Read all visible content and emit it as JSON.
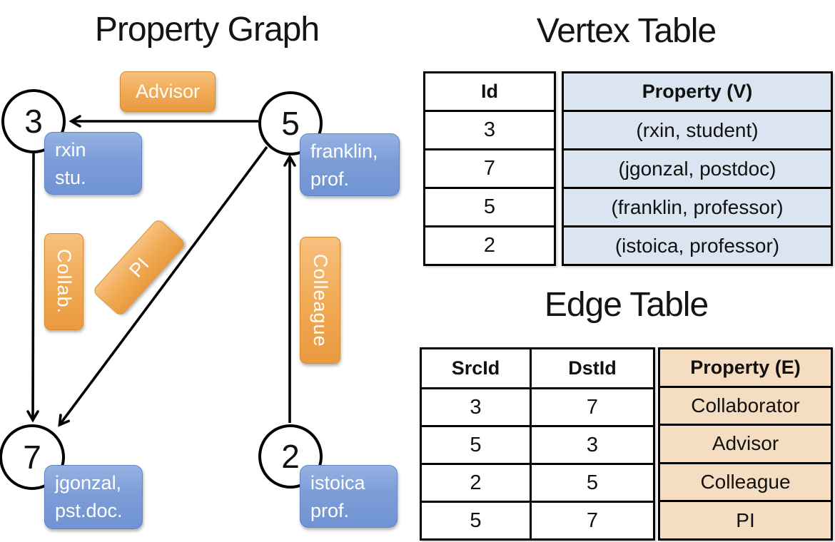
{
  "graph": {
    "title": "Property Graph",
    "nodes": {
      "n3": {
        "id": "3",
        "prop1": "rxin",
        "prop2": "stu."
      },
      "n5": {
        "id": "5",
        "prop1": "franklin,",
        "prop2": "prof."
      },
      "n7": {
        "id": "7",
        "prop1": "jgonzal,",
        "prop2": "pst.doc."
      },
      "n2": {
        "id": "2",
        "prop1": "istoica",
        "prop2": "prof."
      }
    },
    "edge_labels": {
      "advisor": "Advisor",
      "collab": "Collab.",
      "pi": "PI",
      "colleague": "Colleague"
    }
  },
  "vertex_table": {
    "title": "Vertex Table",
    "columns": [
      "Id",
      "Property (V)"
    ],
    "rows": [
      [
        "3",
        "(rxin, student)"
      ],
      [
        "7",
        "(jgonzal, postdoc)"
      ],
      [
        "5",
        "(franklin, professor)"
      ],
      [
        "2",
        "(istoica, professor)"
      ]
    ]
  },
  "edge_table": {
    "title": "Edge Table",
    "columns": [
      "SrcId",
      "DstId",
      "Property (E)"
    ],
    "rows": [
      [
        "3",
        "7",
        "Collaborator"
      ],
      [
        "5",
        "3",
        "Advisor"
      ],
      [
        "2",
        "5",
        "Colleague"
      ],
      [
        "5",
        "7",
        "PI"
      ]
    ]
  },
  "colors": {
    "badge_orange": "#f0a952",
    "node_box_blue": "#7d9dd8",
    "vertex_property_bg": "#dbe5f1",
    "edge_property_bg": "#f5ddc2",
    "line": "#000000"
  }
}
